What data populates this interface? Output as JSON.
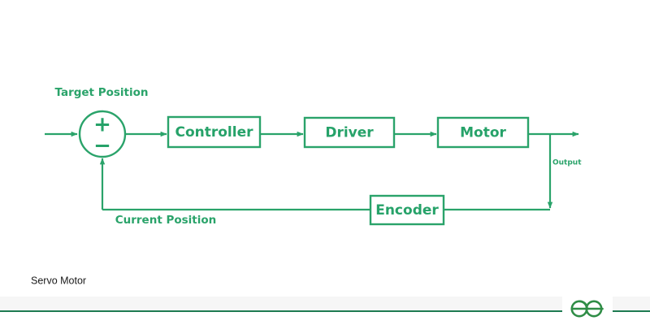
{
  "diagram": {
    "title": "Servo Motor",
    "blocks": [
      {
        "id": "controller",
        "label": "Controller"
      },
      {
        "id": "driver",
        "label": "Driver"
      },
      {
        "id": "motor",
        "label": "Motor"
      },
      {
        "id": "encoder",
        "label": "Encoder"
      }
    ],
    "summing_junction": {
      "plus": "+",
      "minus": "−"
    },
    "signals": {
      "input_label": "Target Position",
      "feedback_label": "Current Position",
      "output_label": "Output"
    },
    "colors": {
      "accent_green": "#2aa36a",
      "text_green": "#26a269",
      "footer_rule": "#1e7b52",
      "logo_green": "#2f8d46",
      "caption": "#1a1a1a",
      "background": "#ffffff"
    }
  },
  "footer": {
    "logo_name": "geeksforgeeks-logo"
  }
}
